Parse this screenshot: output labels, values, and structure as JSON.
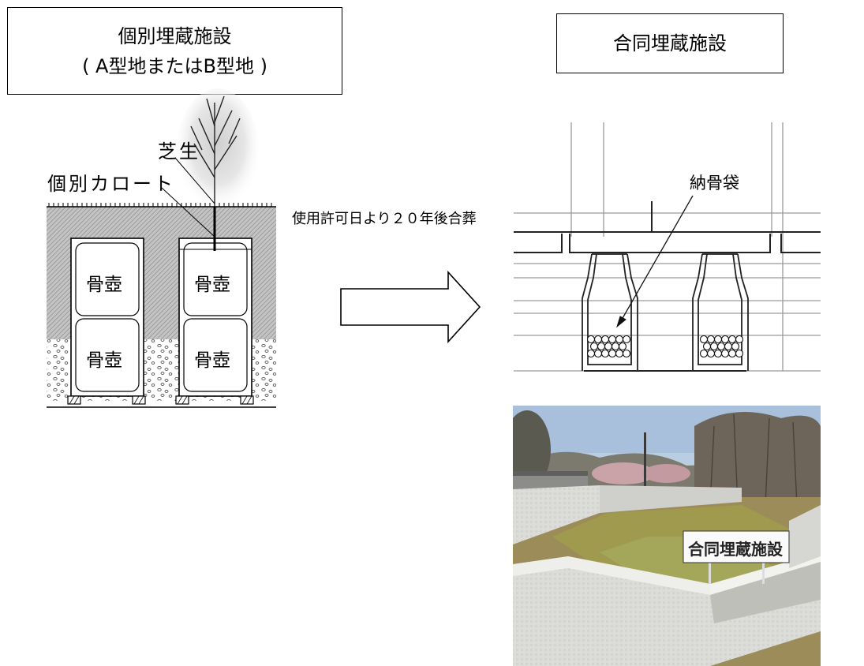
{
  "left_title": {
    "line1": "個別埋蔵施設",
    "line2": "( A型地またはB型地 )"
  },
  "right_title": "合同埋蔵施設",
  "labels": {
    "lawn": "芝生",
    "individual_carot": "個別カロート",
    "period_note": "使用許可日より２０年後合葬",
    "ossuary_bag": "納骨袋"
  },
  "urn_label": "骨壺",
  "photo_sign": "合同埋蔵施設"
}
